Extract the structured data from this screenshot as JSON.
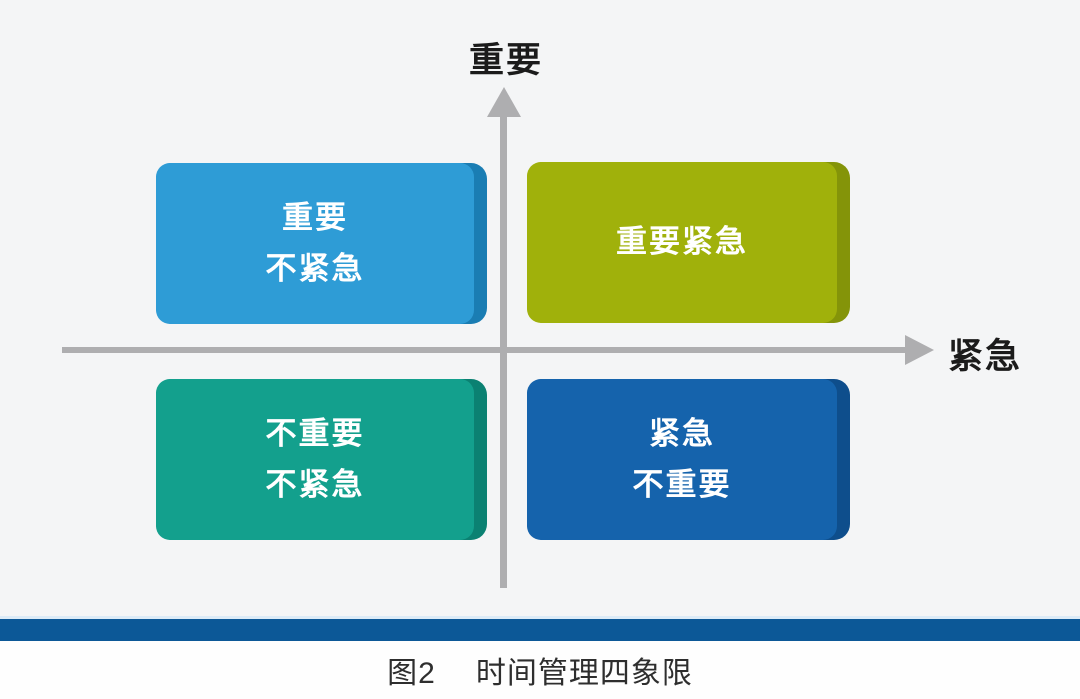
{
  "background": {
    "canvas": "#f4f5f6",
    "footer": "#fefefe"
  },
  "axes": {
    "y_label": "重要",
    "x_label": "紧急",
    "color": "#aeaeb0"
  },
  "quadrants": {
    "top_left": {
      "line1": "重要",
      "line2": "不紧急",
      "bg": "#2e9cd6",
      "edge": "#1a7db3"
    },
    "top_right": {
      "line1": "重要紧急",
      "bg": "#a0b10b",
      "edge": "#849409"
    },
    "bottom_left": {
      "line1": "不重要",
      "line2": "不紧急",
      "bg": "#13a08d",
      "edge": "#0b8172"
    },
    "bottom_right": {
      "line1": "紧急",
      "line2": "不重要",
      "bg": "#1563ac",
      "edge": "#0e4e8c"
    }
  },
  "divider_bar": {
    "color": "#0c5897"
  },
  "caption": {
    "label": "图2",
    "title": "时间管理四象限"
  }
}
